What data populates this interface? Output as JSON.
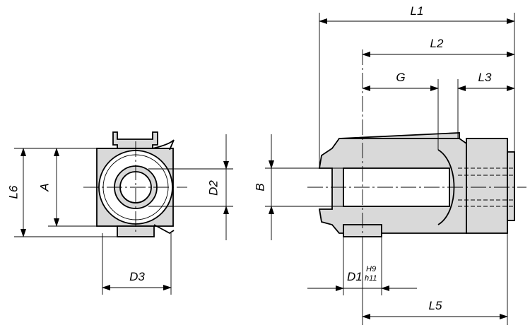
{
  "labels": {
    "L1": "L1",
    "L2": "L2",
    "G": "G",
    "L3": "L3",
    "L6": "L6",
    "A": "A",
    "D2": "D2",
    "B": "B",
    "D3": "D3",
    "D1": "D1",
    "D1_tol_upper": "H9",
    "D1_tol_lower": "h11",
    "L5": "L5"
  },
  "colors": {
    "line": "#000000",
    "part_fill": "#d9d9d9",
    "background": "#ffffff"
  }
}
